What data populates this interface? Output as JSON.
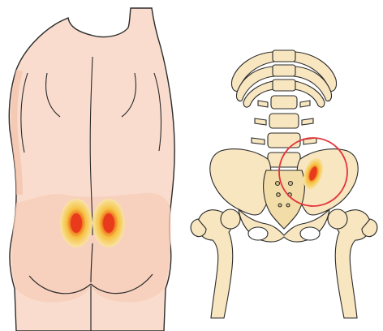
{
  "colors": {
    "background": "#ffffff",
    "skin": "#f9dccd",
    "skin_shadow": "#f3c2ab",
    "outline": "#2b2b2b",
    "bone": "#f7e6bf",
    "bone_shadow": "#e6cf98",
    "pain_outer": "#f8e3a6",
    "pain_mid": "#f6c343",
    "pain_core": "#e93b1b",
    "highlight_circle": "#e4333a"
  },
  "icons": {
    "left_figure": "human-back-figure",
    "right_figure": "pelvis-spine-skeleton",
    "marker": "pain-spot",
    "focus": "highlight-circle"
  }
}
